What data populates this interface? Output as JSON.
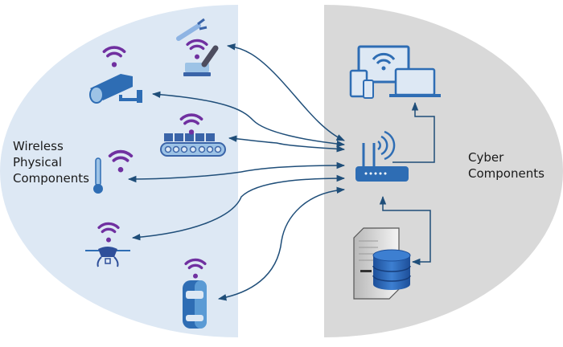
{
  "diagram": {
    "title": "Wireless cyber-physical system",
    "colors": {
      "physical_region": "#dde8f4",
      "cyber_region": "#d9d9d9",
      "arrow": "#1f4e79",
      "icon_blue": "#2e6db4",
      "icon_light": "#9dc3e6",
      "wifi": "#7030a0"
    },
    "physical_region": {
      "label_lines": [
        "Wireless",
        "Physical",
        "Components"
      ],
      "components": [
        {
          "name": "robotic-arm",
          "icon": "robot-arm-icon",
          "wireless": true
        },
        {
          "name": "surveillance-camera",
          "icon": "cctv-camera-icon",
          "wireless": true
        },
        {
          "name": "conveyor-belt",
          "icon": "conveyor-belt-icon",
          "wireless": true
        },
        {
          "name": "thermometer",
          "icon": "thermometer-icon",
          "wireless": true
        },
        {
          "name": "drone",
          "icon": "drone-icon",
          "wireless": true
        },
        {
          "name": "car",
          "icon": "car-icon",
          "wireless": true
        }
      ]
    },
    "cyber_region": {
      "label_lines": [
        "Cyber",
        "Components"
      ],
      "components": [
        {
          "name": "devices",
          "icon": "multi-device-icon"
        },
        {
          "name": "wireless-router",
          "icon": "router-icon"
        },
        {
          "name": "server-database",
          "icon": "server-database-icon"
        }
      ]
    },
    "connections": [
      {
        "from": "wireless-router",
        "to": "robotic-arm",
        "bidirectional": true
      },
      {
        "from": "wireless-router",
        "to": "surveillance-camera",
        "bidirectional": true
      },
      {
        "from": "wireless-router",
        "to": "conveyor-belt",
        "bidirectional": true
      },
      {
        "from": "wireless-router",
        "to": "thermometer",
        "bidirectional": true
      },
      {
        "from": "wireless-router",
        "to": "drone",
        "bidirectional": true
      },
      {
        "from": "wireless-router",
        "to": "car",
        "bidirectional": true
      },
      {
        "from": "wireless-router",
        "to": "devices",
        "bidirectional": false
      },
      {
        "from": "server-database",
        "to": "wireless-router",
        "bidirectional": true
      }
    ]
  }
}
